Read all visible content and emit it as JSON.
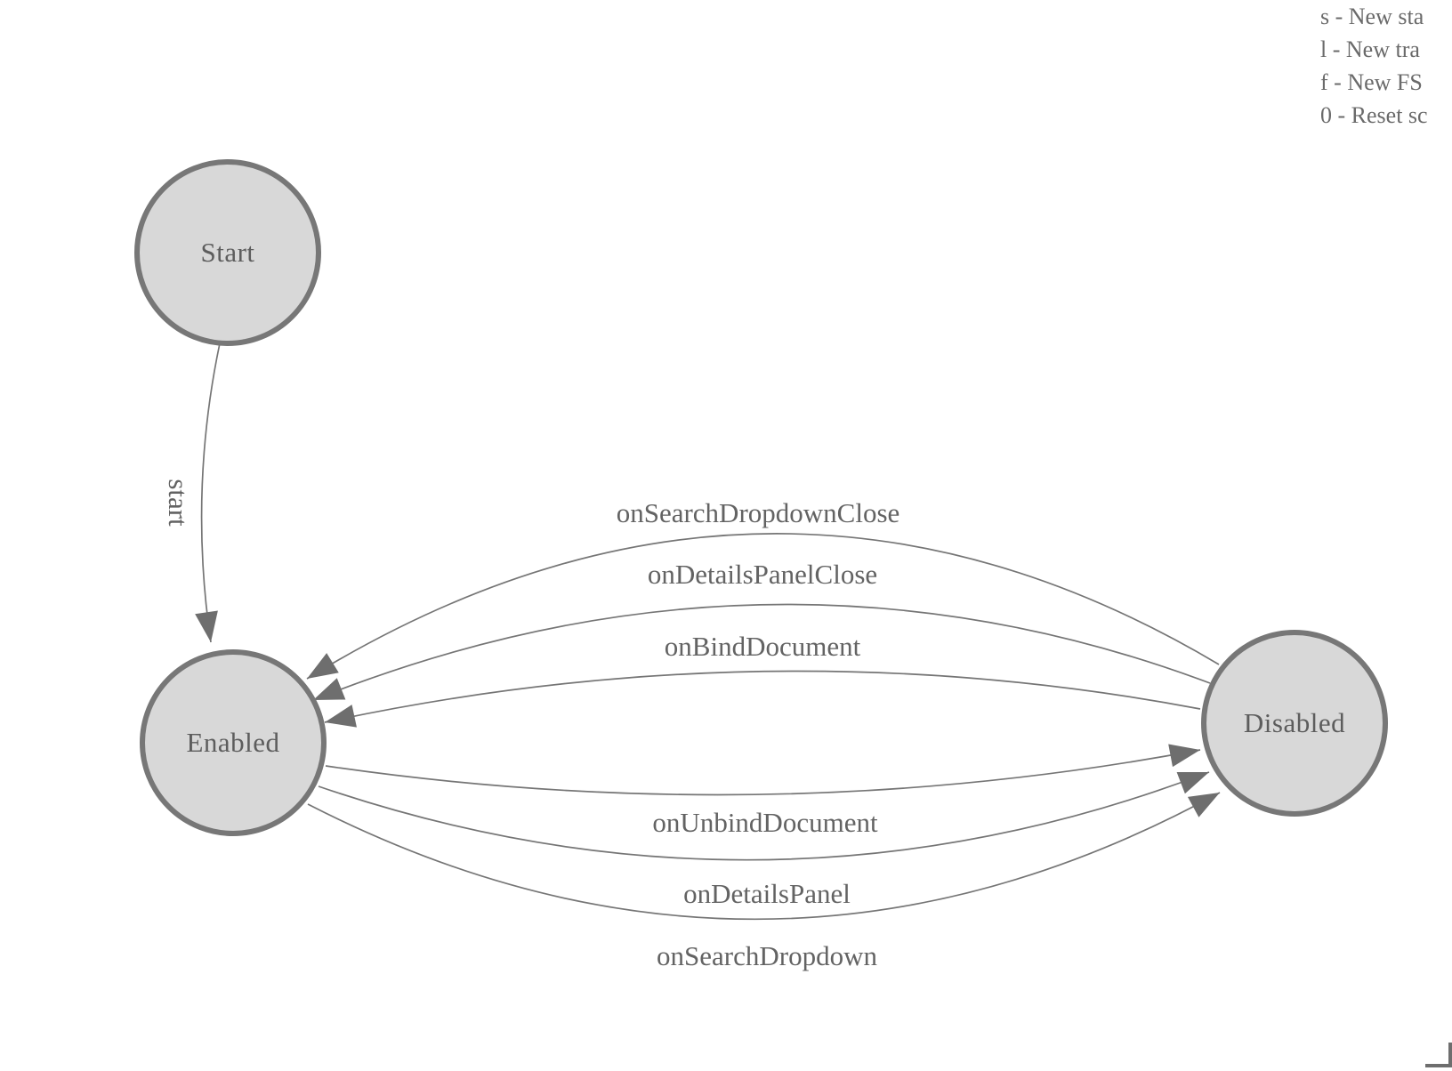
{
  "diagram": {
    "type": "finite-state-machine",
    "states": [
      {
        "label": "Start"
      },
      {
        "label": "Enabled"
      },
      {
        "label": "Disabled"
      }
    ],
    "transitions": [
      {
        "label": "start",
        "from": "Start",
        "to": "Enabled"
      },
      {
        "label": "onSearchDropdownClose",
        "from": "Disabled",
        "to": "Enabled"
      },
      {
        "label": "onDetailsPanelClose",
        "from": "Disabled",
        "to": "Enabled"
      },
      {
        "label": "onBindDocument",
        "from": "Disabled",
        "to": "Enabled"
      },
      {
        "label": "onUnbindDocument",
        "from": "Enabled",
        "to": "Disabled"
      },
      {
        "label": "onDetailsPanel",
        "from": "Enabled",
        "to": "Disabled"
      },
      {
        "label": "onSearchDropdown",
        "from": "Enabled",
        "to": "Disabled"
      }
    ]
  },
  "legend": {
    "lines": [
      "s - New sta",
      "l - New tra",
      "f - New FS",
      "0 - Reset sc"
    ]
  },
  "colors": {
    "background": "#ffffff",
    "state_fill": "#d8d8d8",
    "state_border": "#777777",
    "edge_line": "#757575",
    "arrowhead": "#6e6e6e",
    "label_text": "#636363",
    "legend_text": "#6a6a6a"
  }
}
